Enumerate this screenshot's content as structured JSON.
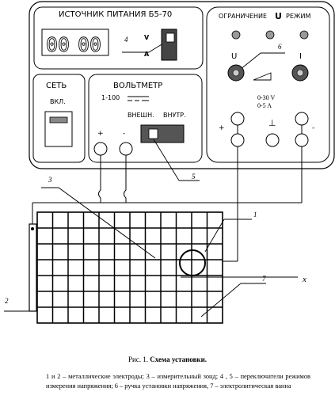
{
  "panel": {
    "title": "ИСТОЧНИК ПИТАНИЯ Б5-70",
    "display_digits": [
      "00",
      "00"
    ],
    "switch_top": "V",
    "switch_bottom": "A",
    "power_label": "СЕТЬ",
    "power_sub": "ВКЛ.",
    "voltmeter_label": "ВОЛЬТМЕТР",
    "range_label": "1-100",
    "ext_label": "ВНЕШН.",
    "int_label": "ВНУТР.",
    "plus": "+",
    "minus": "-",
    "limit_prefix": "ОГРАНИЧЕНИЕ",
    "limit_u": "U",
    "limit_suffix": "РЕЖИМ",
    "knob_u": "U",
    "knob_i": "I",
    "rating_v": "0-30 V",
    "rating_a": "0-5  A",
    "ground": "⊥"
  },
  "callouts": {
    "n1": "1",
    "n2": "2",
    "n3": "3",
    "n4": "4",
    "n5": "5",
    "n6": "6",
    "n7": "7",
    "axis_x": "x"
  },
  "caption": {
    "prefix": "Рис. 1.",
    "title": "Схема установки."
  },
  "legend_text": "1 и 2 – металлические электроды; 3 – измерительный зонд; 4 , 5 – переключатели режимов измерения напряжения; 6 – ручка установки напряжения, 7 – электролитическая ванна"
}
